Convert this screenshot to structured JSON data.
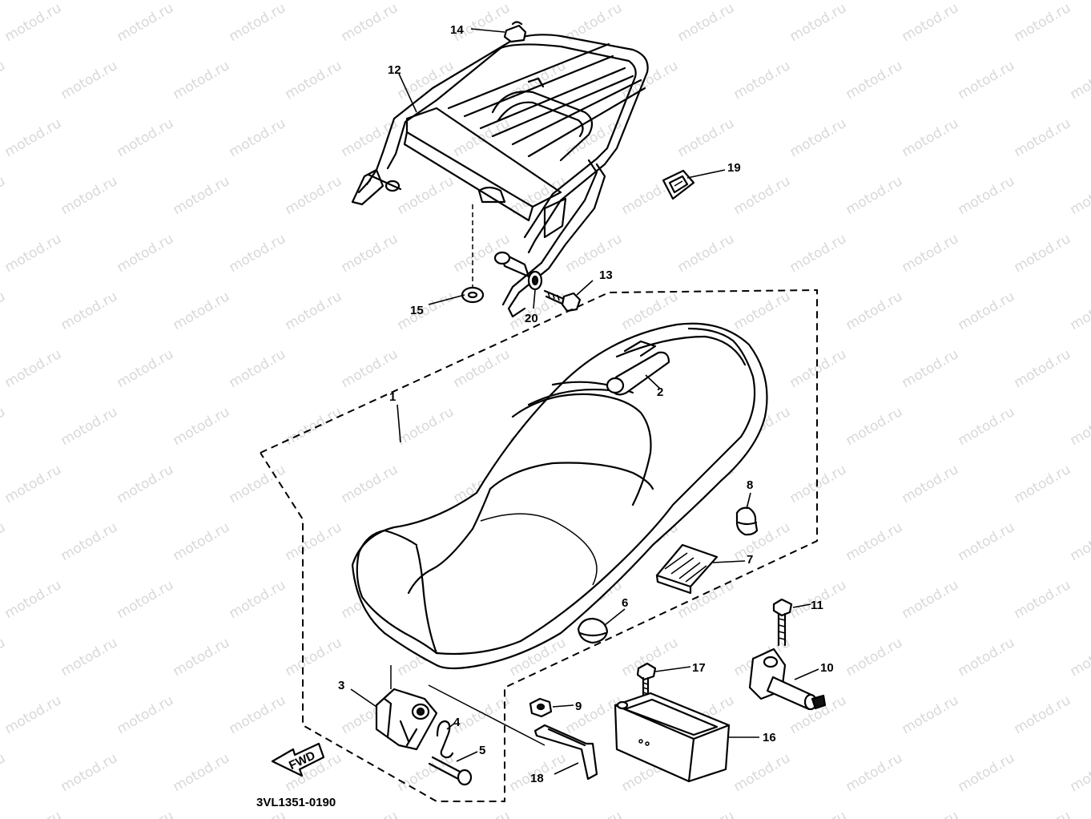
{
  "diagram": {
    "drawing_code": "3VL1351-0190",
    "direction_label": "FWD",
    "watermark_text": "motod.ru",
    "parts": [
      {
        "number": "1"
      },
      {
        "number": "2"
      },
      {
        "number": "3"
      },
      {
        "number": "4"
      },
      {
        "number": "5"
      },
      {
        "number": "6"
      },
      {
        "number": "7"
      },
      {
        "number": "8"
      },
      {
        "number": "9"
      },
      {
        "number": "10"
      },
      {
        "number": "11"
      },
      {
        "number": "12"
      },
      {
        "number": "13"
      },
      {
        "number": "14"
      },
      {
        "number": "15"
      },
      {
        "number": "16"
      },
      {
        "number": "17"
      },
      {
        "number": "18"
      },
      {
        "number": "19"
      },
      {
        "number": "20"
      }
    ]
  }
}
